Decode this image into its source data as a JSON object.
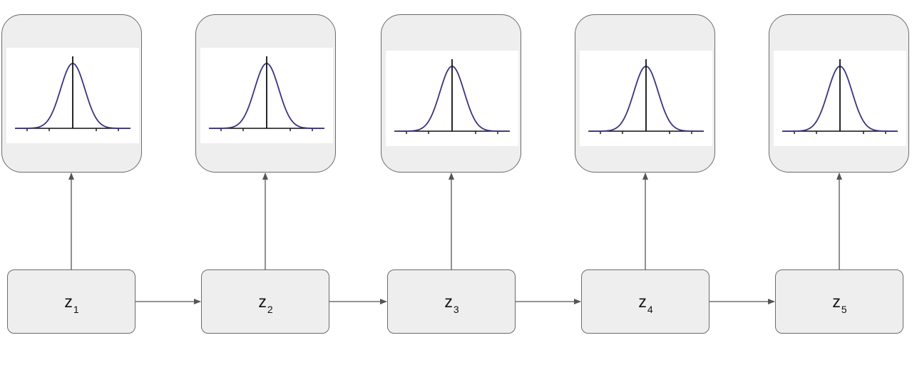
{
  "states": [
    {
      "name": "z",
      "sub": "1"
    },
    {
      "name": "z",
      "sub": "2"
    },
    {
      "name": "z",
      "sub": "3"
    },
    {
      "name": "z",
      "sub": "4"
    },
    {
      "name": "z",
      "sub": "5"
    }
  ],
  "emissions": [
    {
      "distribution": "gaussian"
    },
    {
      "distribution": "gaussian"
    },
    {
      "distribution": "gaussian"
    },
    {
      "distribution": "gaussian"
    },
    {
      "distribution": "gaussian"
    }
  ],
  "edges": {
    "transitions": [
      {
        "from": "z1",
        "to": "z2"
      },
      {
        "from": "z2",
        "to": "z3"
      },
      {
        "from": "z3",
        "to": "z4"
      },
      {
        "from": "z4",
        "to": "z5"
      }
    ],
    "emissions": [
      {
        "from": "z1",
        "to": "emission-1"
      },
      {
        "from": "z2",
        "to": "emission-2"
      },
      {
        "from": "z3",
        "to": "emission-3"
      },
      {
        "from": "z4",
        "to": "emission-4"
      },
      {
        "from": "z5",
        "to": "emission-5"
      }
    ]
  },
  "colors": {
    "box_fill": "#eeeeee",
    "box_border": "#6b6b6b",
    "arrow": "#555555",
    "curve": "#3b3580",
    "axis": "#111111"
  }
}
